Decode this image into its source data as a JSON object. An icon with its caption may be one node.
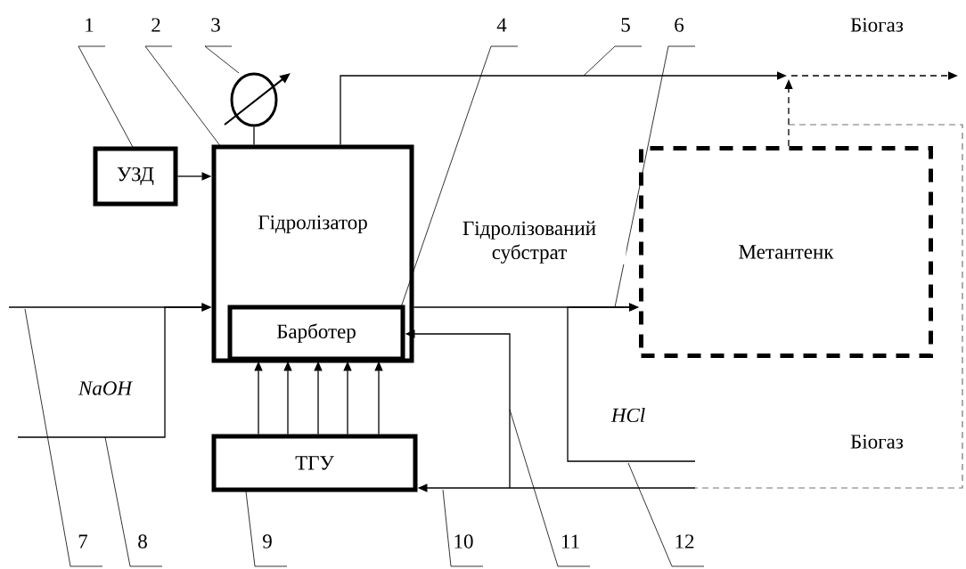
{
  "diagram": {
    "nodes": [
      {
        "text": [
          "УЗД"
        ]
      },
      {
        "text": [
          "Гідролізатор"
        ]
      },
      {
        "text": [
          "Барботер"
        ],
        "in": 1
      },
      {
        "text": [
          "ТГУ"
        ]
      },
      {
        "text": [
          "Метантенк"
        ]
      },
      {
        "text": [],
        "shape": "circle"
      },
      {
        "text": [
          "1"
        ]
      },
      {
        "text": [
          "2"
        ]
      },
      {
        "text": [
          "3"
        ]
      },
      {
        "text": [
          "4"
        ]
      },
      {
        "text": [
          "5"
        ]
      },
      {
        "text": [
          "6"
        ]
      },
      {
        "text": [
          "7"
        ]
      },
      {
        "text": [
          "8"
        ]
      },
      {
        "text": [
          "9"
        ]
      },
      {
        "text": [
          "10"
        ]
      },
      {
        "text": [
          "11"
        ]
      },
      {
        "text": [
          "12"
        ]
      }
    ],
    "edges": [
      {
        "from": 0,
        "to": 1,
        "arrow": "to"
      },
      {
        "from": null,
        "to": 1,
        "arrow": "to"
      },
      {
        "from": null,
        "to": 1,
        "arrow": "to"
      },
      {
        "from": 1,
        "to": 4,
        "arrow": "to",
        "label": "Гідролізований субстрат"
      },
      {
        "from": null,
        "to": 4,
        "arrow": "to"
      },
      {
        "from": 5,
        "to": 1,
        "arrow": "none"
      },
      {
        "from": 1,
        "to": null,
        "arrow": "to"
      },
      {
        "from": 4,
        "to": null,
        "arrow": "to",
        "style": "dashed"
      },
      {
        "from": null,
        "to": 3,
        "arrow": "to"
      },
      {
        "from": null,
        "to": 2,
        "arrow": "to"
      },
      {
        "from": 3,
        "to": 2,
        "arrow": "to"
      },
      {
        "from": 3,
        "to": 2,
        "arrow": "to"
      },
      {
        "from": 3,
        "to": 2,
        "arrow": "to"
      },
      {
        "from": 3,
        "to": 2,
        "arrow": "to"
      },
      {
        "from": 3,
        "to": 2,
        "arrow": "to"
      },
      {
        "from": 6,
        "to": 0,
        "arrow": "none"
      },
      {
        "from": 7,
        "to": 1,
        "arrow": "none"
      },
      {
        "from": 8,
        "to": 5,
        "arrow": "none"
      },
      {
        "from": 9,
        "to": 2,
        "arrow": "none"
      },
      {
        "from": 10,
        "to": null,
        "arrow": "none"
      },
      {
        "from": 11,
        "to": null,
        "arrow": "none"
      },
      {
        "from": 12,
        "to": null,
        "arrow": "none"
      },
      {
        "from": 13,
        "to": null,
        "arrow": "none"
      },
      {
        "from": 14,
        "to": 3,
        "arrow": "none"
      },
      {
        "from": 15,
        "to": null,
        "arrow": "none"
      },
      {
        "from": 16,
        "to": null,
        "arrow": "none"
      },
      {
        "from": 17,
        "to": null,
        "arrow": "none"
      }
    ],
    "labels": [
      "Біогаз",
      "NaOH",
      "HCl",
      "Біогаз"
    ]
  }
}
